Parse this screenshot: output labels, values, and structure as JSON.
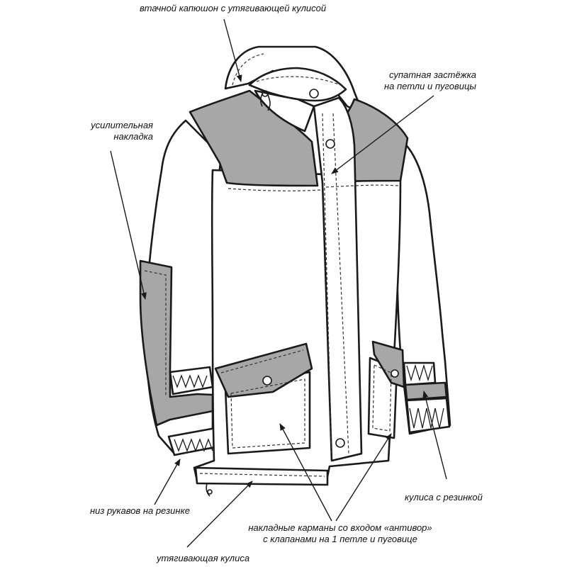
{
  "colors": {
    "outline": "#1a1a1a",
    "panel_gray": "#a7a7a7",
    "fill_white": "#ffffff",
    "seam": "#333333"
  },
  "labels": {
    "hood": "втачной капюшон с утягивающей кулисой",
    "closure_line1": "супатная застёжка",
    "closure_line2": "на петли и пуговицы",
    "patch_line1": "усилительная",
    "patch_line2": "накладка",
    "waist_drawcord": "кулиса с резинкой",
    "sleeve_hem": "низ рукавов на резинке",
    "pockets_line1": "накладные карманы со входом «антивор»",
    "pockets_line2": "с клапанами на 1 петле и пуговице",
    "hem_drawcord": "утягивающая кулиса"
  }
}
